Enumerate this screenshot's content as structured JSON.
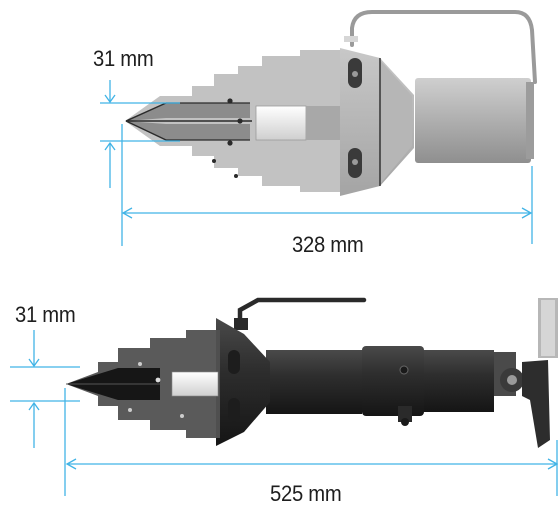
{
  "diagram": {
    "top_view": {
      "thickness_label": "31 mm",
      "length_label": "328 mm"
    },
    "side_view": {
      "thickness_label": "31 mm",
      "length_label": "525 mm"
    }
  },
  "colors": {
    "dimension_line": "#41b4e6",
    "label_text": "#1e1e1e",
    "tool_grey": "#b9b9b9",
    "tool_dark": "#2c2c2c"
  },
  "icons": [
    "tool-top-view-drawing",
    "tool-side-view-drawing"
  ]
}
